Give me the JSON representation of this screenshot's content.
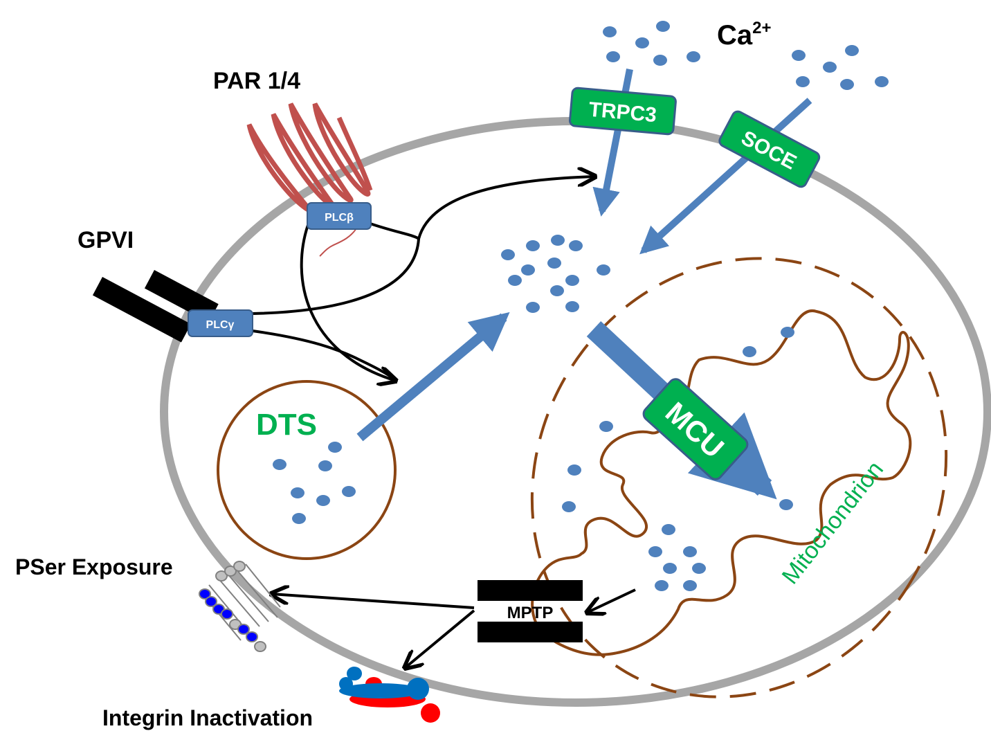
{
  "labels": {
    "ca": "Ca",
    "ca_sup": "2+",
    "par": "PAR 1/4",
    "gpvi": "GPVI",
    "plcb": "PLCβ",
    "plcg": "PLCγ",
    "trpc3": "TRPC3",
    "soce": "SOCE",
    "dts": "DTS",
    "mcu": "MCU",
    "mitochondrion": "Mitochondrion",
    "mptp": "MPTP",
    "pser": "PSer Exposure",
    "integrin": "Integrin Inactivation"
  },
  "colors": {
    "membrane": "#a6a6a6",
    "calcium": "#4f81bd",
    "channel_fill": "#00b050",
    "channel_stroke": "#385d8a",
    "plc_fill": "#4f81bd",
    "brown": "#8b4513",
    "green_text": "#00b050",
    "receptor": "#c0504d",
    "integrin_blue": "#0070c0",
    "integrin_red": "#ff0000",
    "lipid_head": "#0000ff"
  },
  "icons": [
    "par-receptor-icon",
    "gpvi-receptor-icon",
    "lipid-bilayer-icon",
    "integrin-icon",
    "calcium-ion-icon"
  ]
}
